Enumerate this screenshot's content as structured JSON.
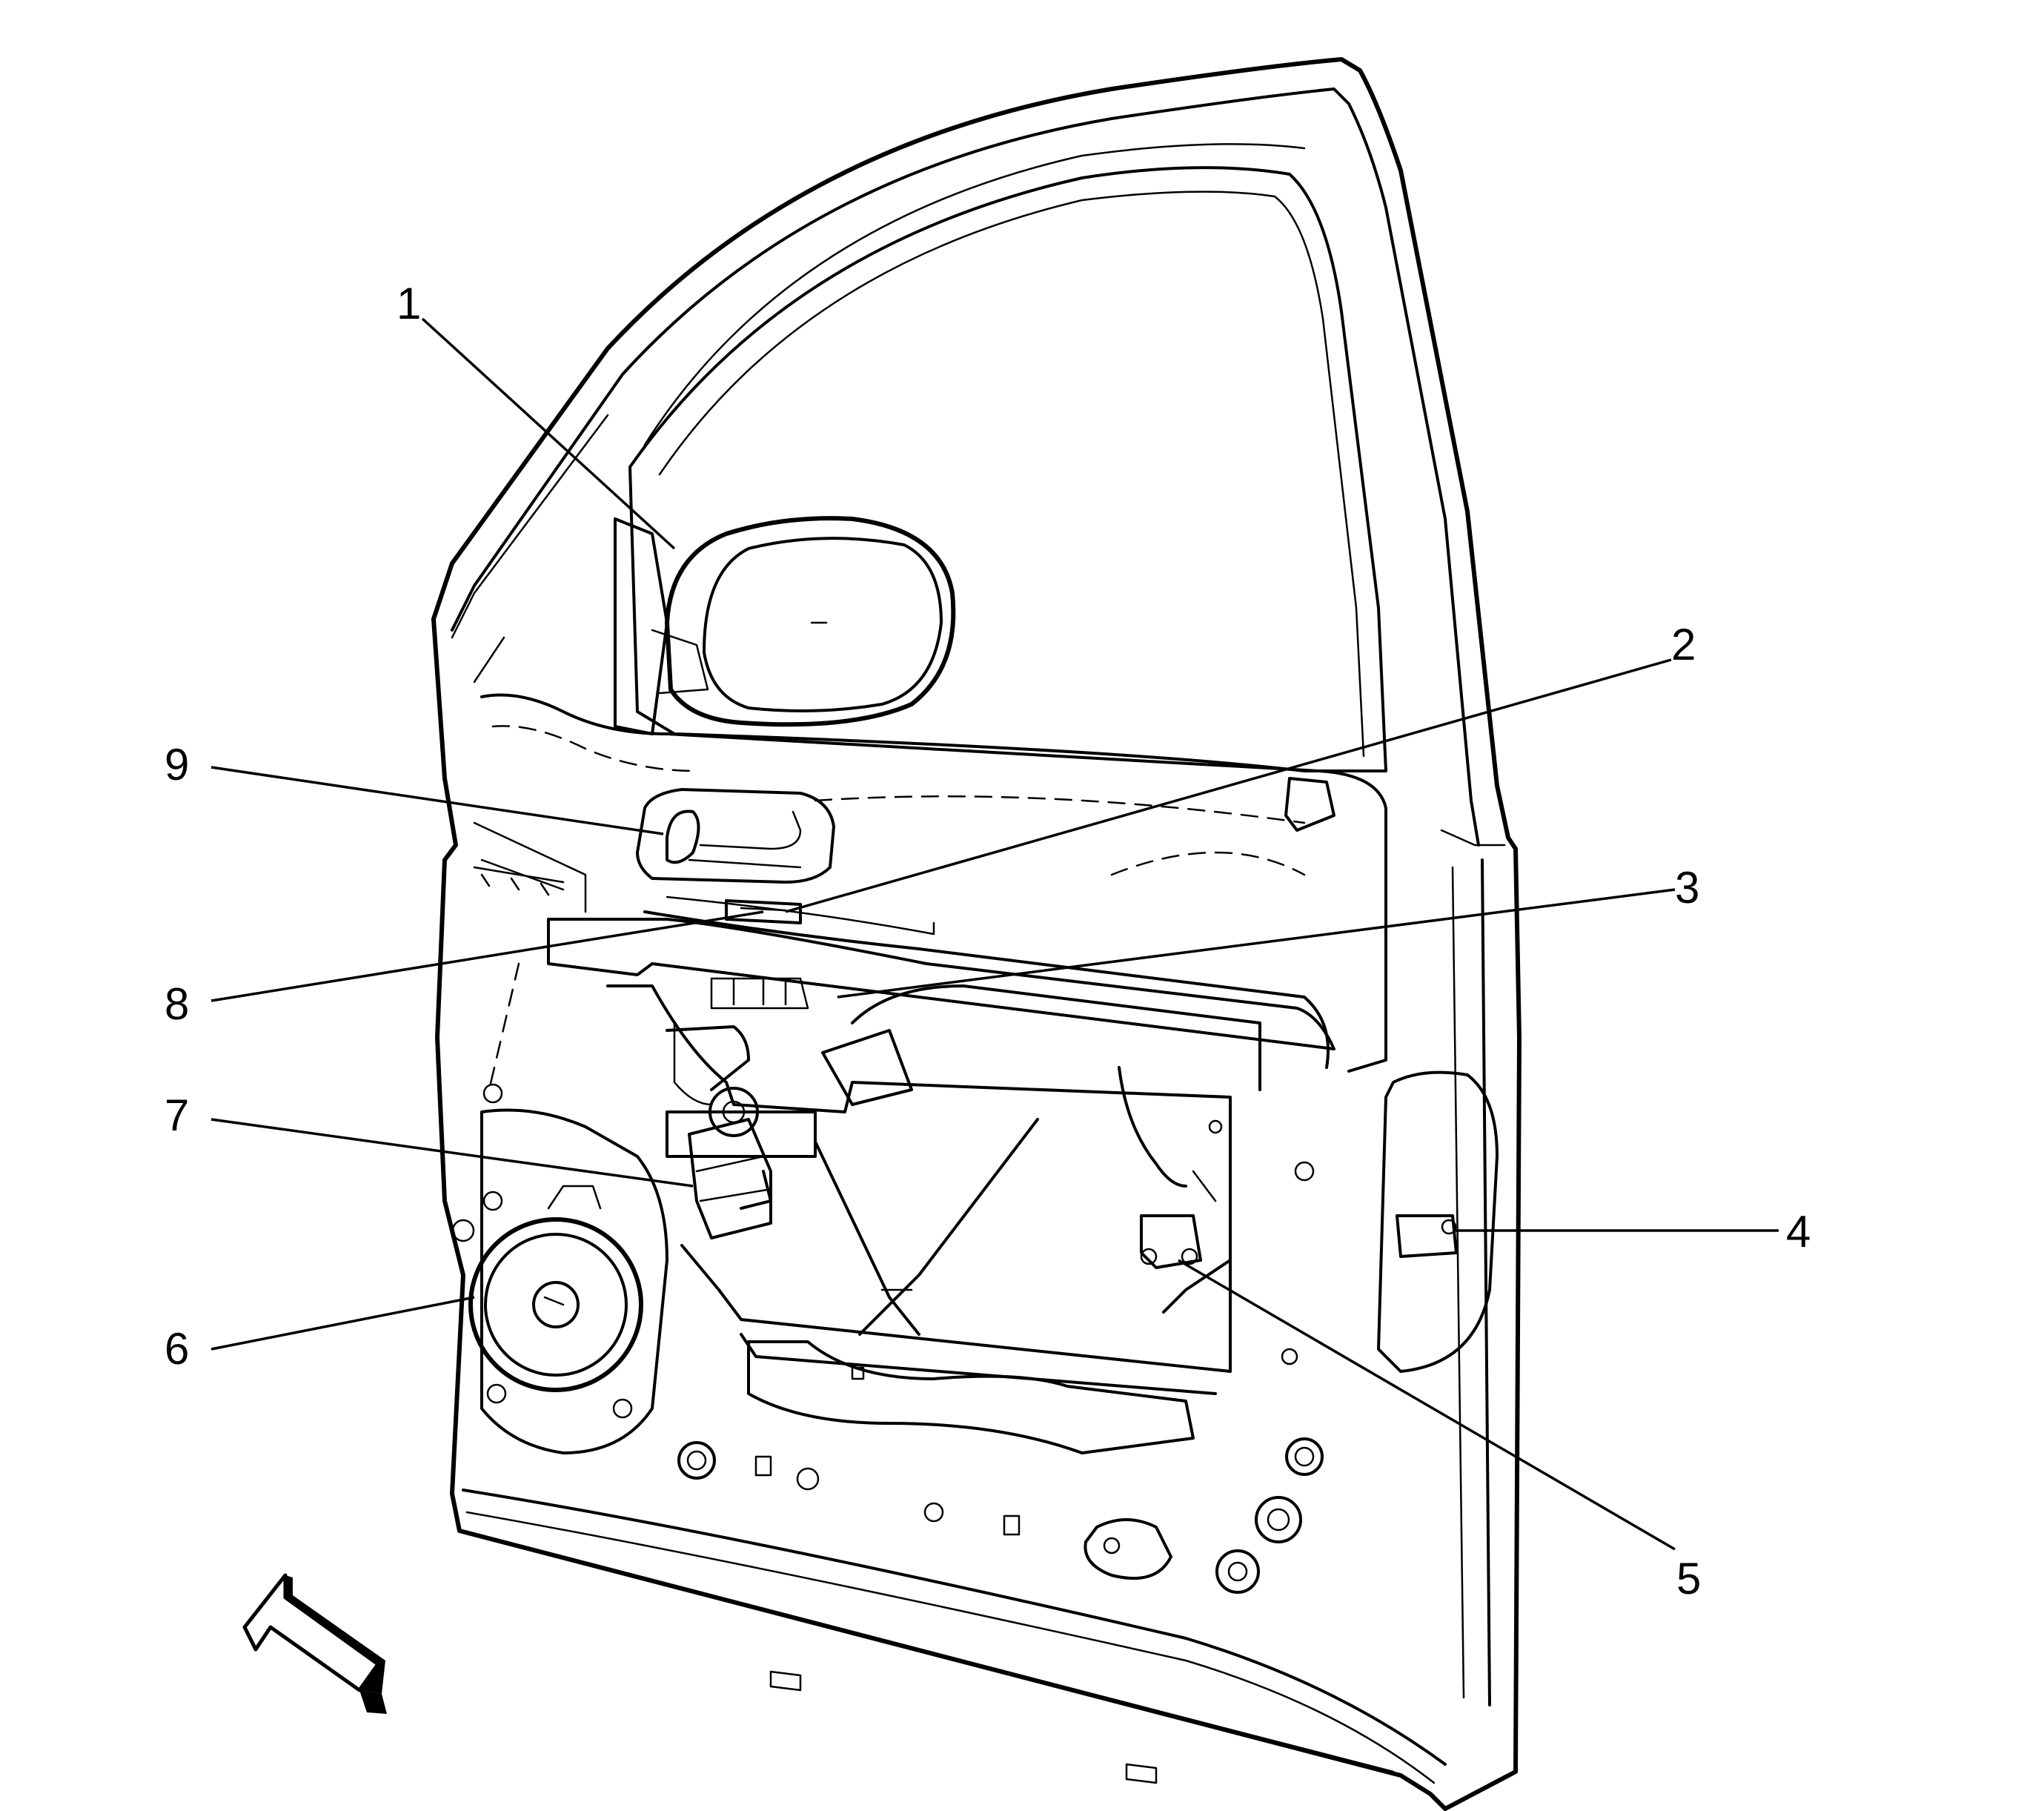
{
  "figure": {
    "background": "#ffffff",
    "line_color": "#000000",
    "callouts": [
      {
        "id": "1",
        "label": "1"
      },
      {
        "id": "2",
        "label": "2"
      },
      {
        "id": "3",
        "label": "3"
      },
      {
        "id": "4",
        "label": "4"
      },
      {
        "id": "5",
        "label": "5"
      },
      {
        "id": "6",
        "label": "6"
      },
      {
        "id": "7",
        "label": "7"
      },
      {
        "id": "8",
        "label": "8"
      },
      {
        "id": "9",
        "label": "9"
      }
    ],
    "orientation_arrow": "front-direction-arrow-icon"
  }
}
